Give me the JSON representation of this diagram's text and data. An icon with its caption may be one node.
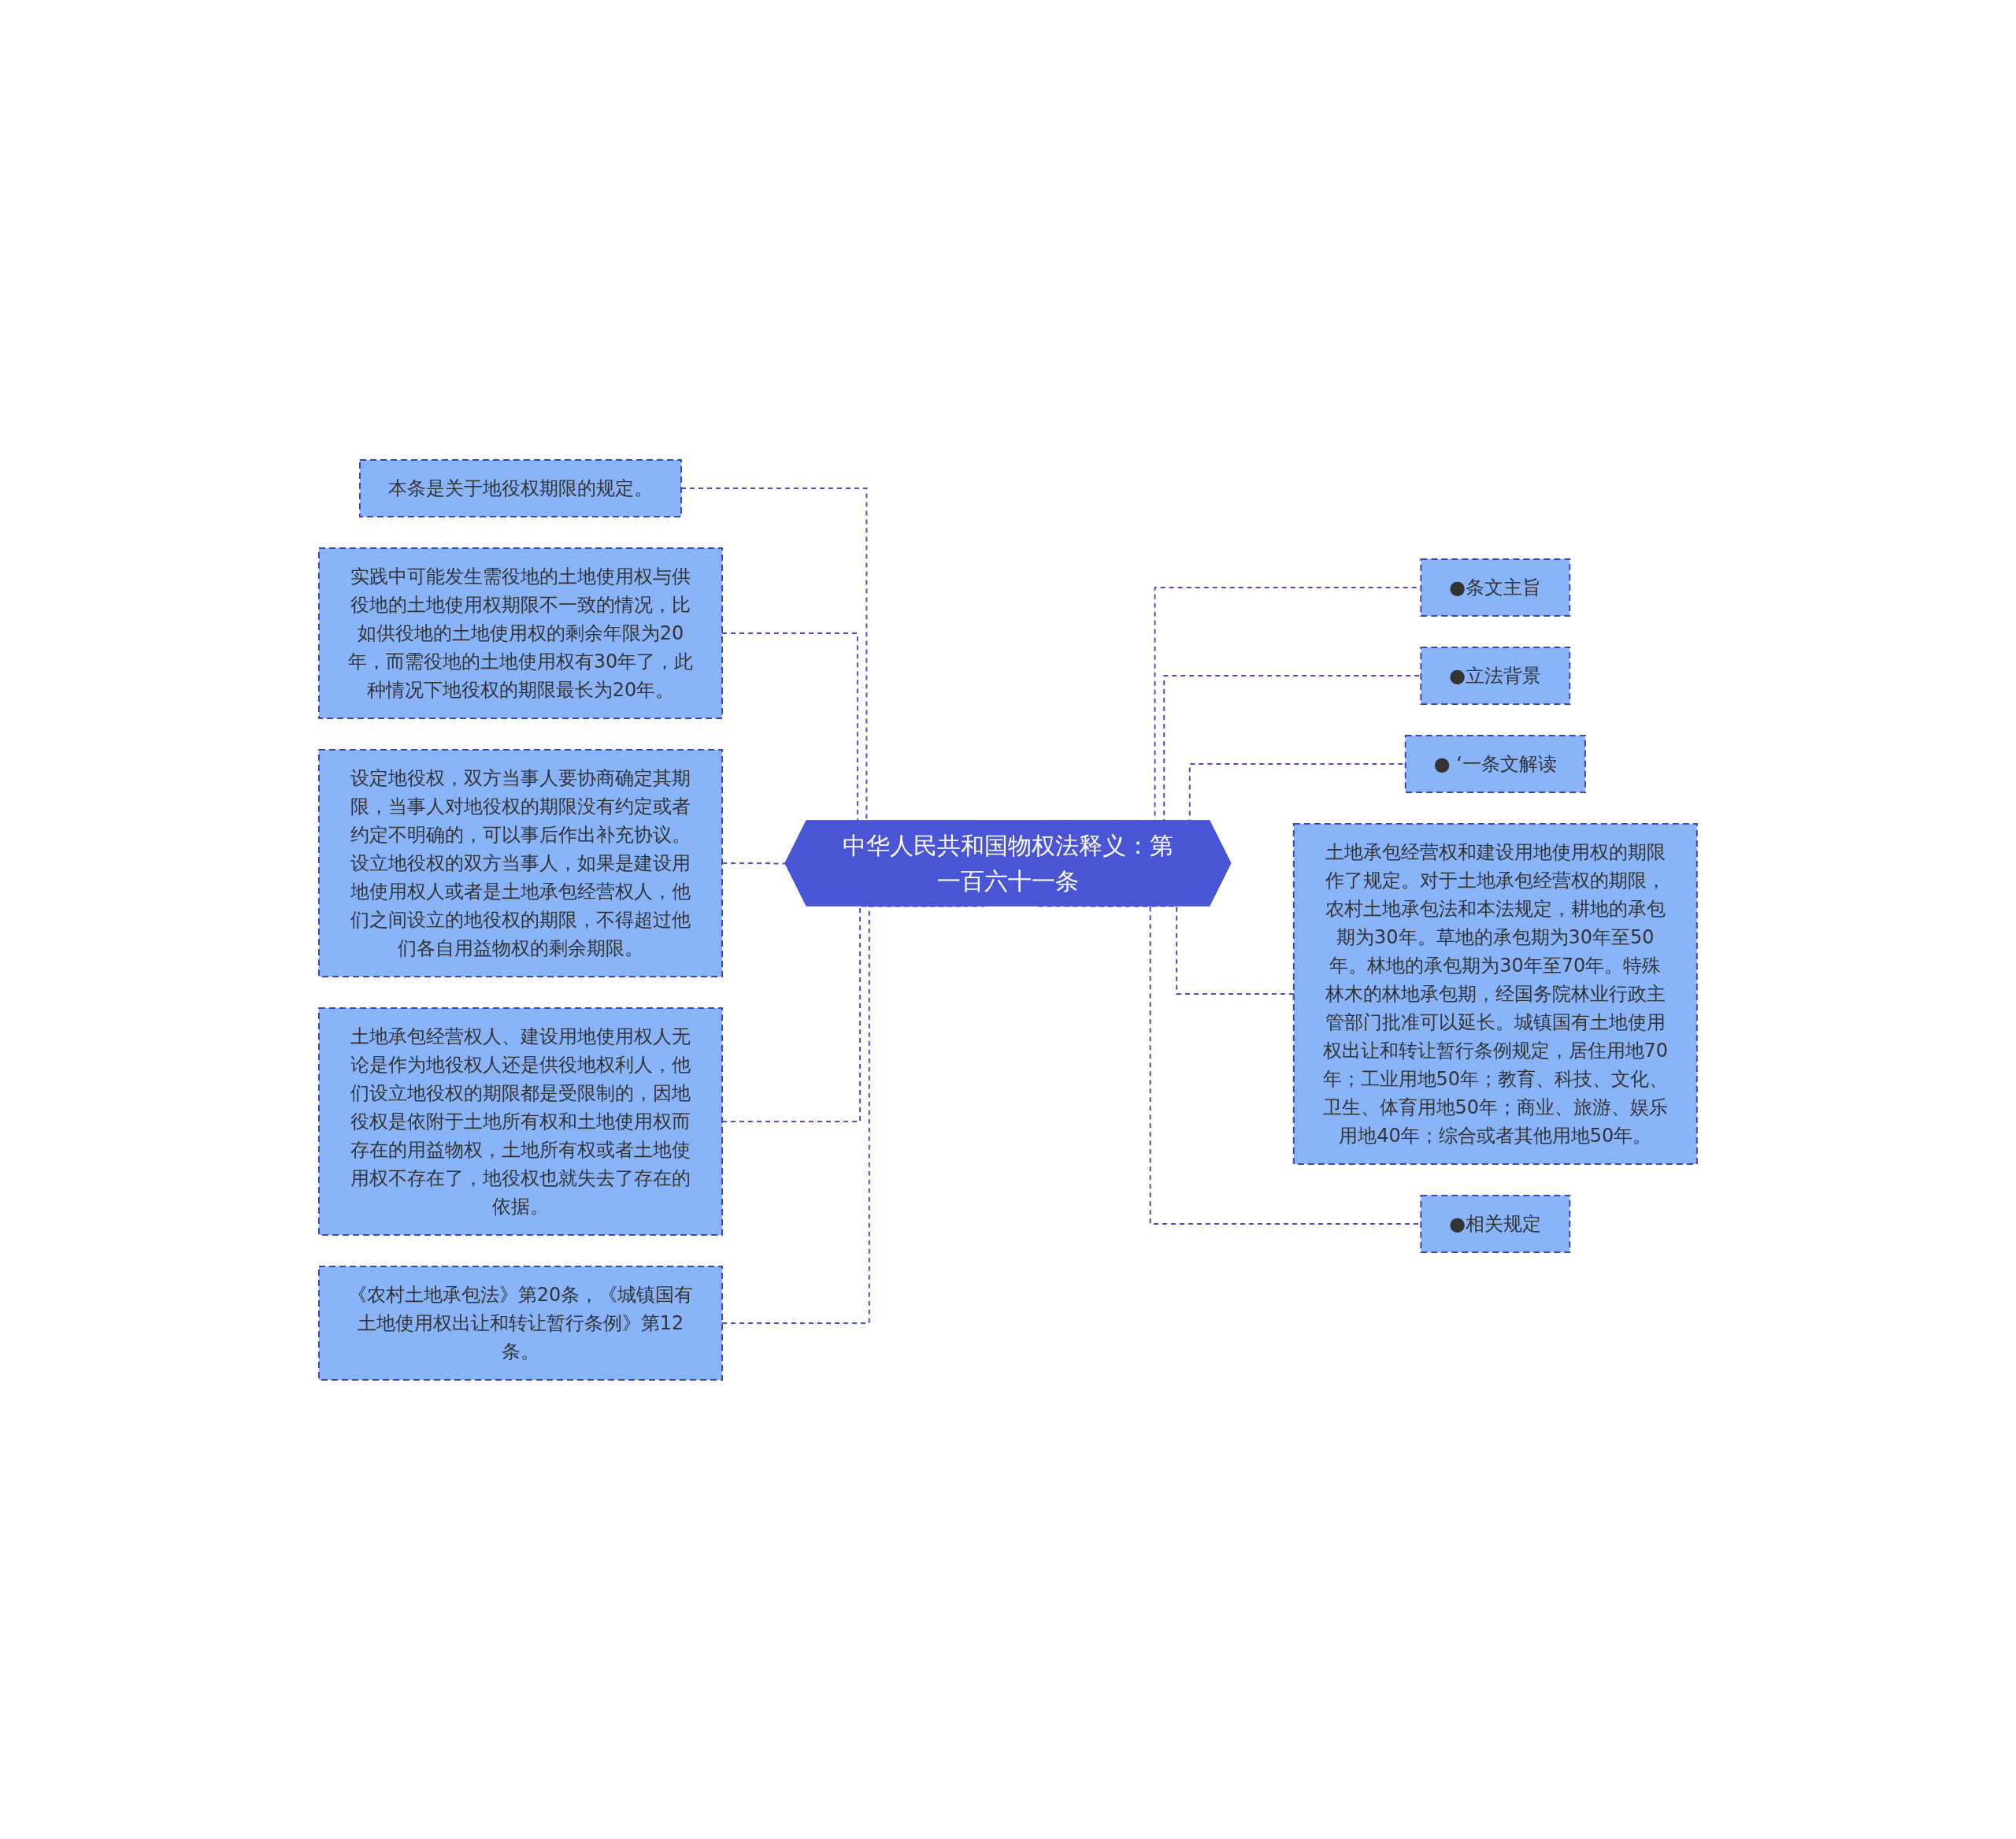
{
  "diagram": {
    "nodes": [
      {
        "text": [
          "中华人民共和国物权法释义：第一百六十一条"
        ]
      },
      {
        "text": [
          "本条是关于地役权期限的规定。"
        ]
      },
      {
        "text": [
          "实践中可能发生需役地的土地使用权与供役地的土地使用权期限不一致的情况，比如供役地的土地使用权的剩余年限为20年，而需役地的土地使用权有30年了，此种情况下地役权的期限最长为20年。"
        ]
      },
      {
        "text": [
          "设定地役权，双方当事人要协商确定其期限，当事人对地役权的期限没有约定或者约定不明确的，可以事后作出补充协议。设立地役权的双方当事人，如果是建设用地使用权人或者是土地承包经营权人，他们之间设立的地役权的期限，不得超过他们各自用益物权的剩余期限。"
        ]
      },
      {
        "text": [
          "土地承包经营权人、建设用地使用权人无论是作为地役权人还是供役地权利人，他们设立地役权的期限都是受限制的，因地役权是依附于土地所有权和土地使用权而存在的用益物权，土地所有权或者土地使用权不存在了，地役权也就失去了存在的依据。"
        ]
      },
      {
        "text": [
          "《农村土地承包法》第20条，《城镇国有土地使用权出让和转让暂行条例》第12条。"
        ]
      },
      {
        "text": [
          "●条文主旨"
        ]
      },
      {
        "text": [
          "●立法背景"
        ]
      },
      {
        "text": [
          "● ‘一条文解读"
        ]
      },
      {
        "text": [
          "土地承包经营权和建设用地使用权的期限作了规定。对于土地承包经营权的期限，农村土地承包法和本法规定，耕地的承包期为30年。草地的承包期为30年至50年。林地的承包期为30年至70年。特殊林木的林地承包期，经国务院林业行政主管部门批准可以延长。城镇国有土地使用权出让和转让暂行条例规定，居住用地70年；工业用地50年；教育、科技、文化、卫生、体育用地50年；商业、旅游、娱乐用地40年；综合或者其他用地50年。"
        ]
      },
      {
        "text": [
          "●相关规定"
        ]
      }
    ],
    "edges": [
      {
        "from": 0,
        "to": 1,
        "arrow": "none",
        "style": "dashed"
      },
      {
        "from": 0,
        "to": 2,
        "arrow": "none",
        "style": "dashed"
      },
      {
        "from": 0,
        "to": 3,
        "arrow": "none",
        "style": "dashed"
      },
      {
        "from": 0,
        "to": 4,
        "arrow": "none",
        "style": "dashed"
      },
      {
        "from": 0,
        "to": 5,
        "arrow": "none",
        "style": "dashed"
      },
      {
        "from": 0,
        "to": 6,
        "arrow": "none",
        "style": "dashed"
      },
      {
        "from": 0,
        "to": 7,
        "arrow": "none",
        "style": "dashed"
      },
      {
        "from": 0,
        "to": 8,
        "arrow": "none",
        "style": "dashed"
      },
      {
        "from": 0,
        "to": 9,
        "arrow": "none",
        "style": "dashed"
      },
      {
        "from": 0,
        "to": 10,
        "arrow": "none",
        "style": "dashed"
      }
    ]
  }
}
